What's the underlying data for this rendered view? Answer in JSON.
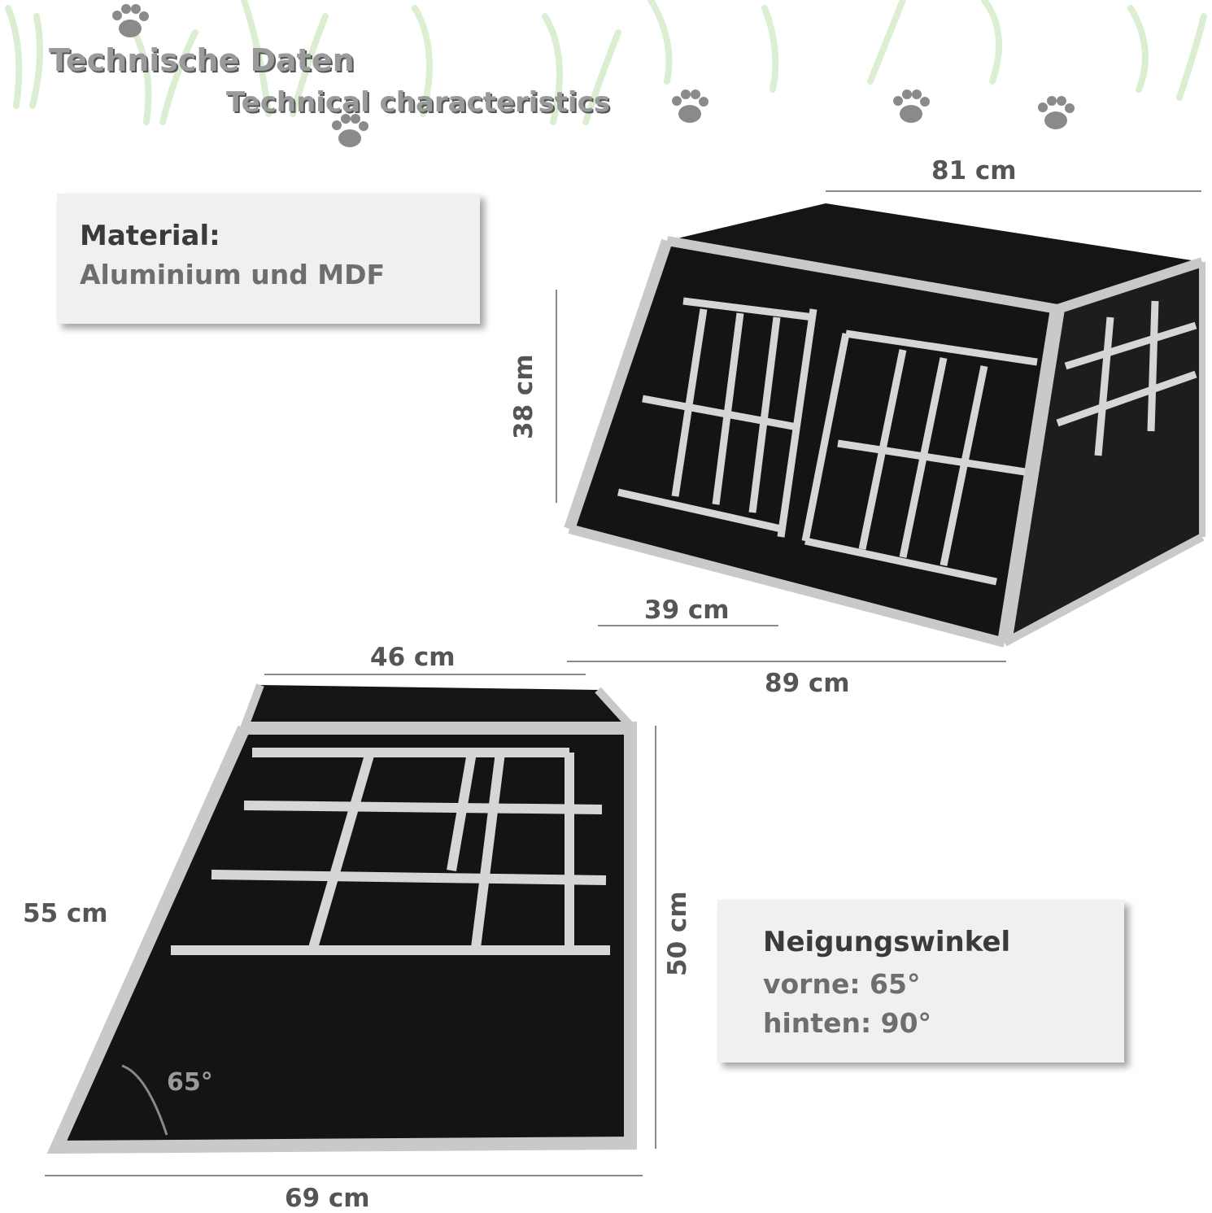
{
  "heading": {
    "german": "Technische Daten",
    "english": "Technical characteristics"
  },
  "material_card": {
    "title": "Material:",
    "value": "Aluminium und MDF"
  },
  "angle_card": {
    "title": "Neigungswinkel",
    "front": "vorne: 65°",
    "back": "hinten: 90°"
  },
  "dimensions": {
    "top_width": "81 cm",
    "front_height": "38 cm",
    "door_width": "39 cm",
    "bottom_width": "89 cm",
    "side_top": "46 cm",
    "side_slant": "55 cm",
    "side_height": "50 cm",
    "side_bottom": "69 cm",
    "angle_label": "65°"
  },
  "colors": {
    "panel": "#1a1a1a",
    "aluminium": "#c9c9c9",
    "card_bg": "#f0f0f0",
    "text_dark": "#3a3a3a",
    "text_grey": "#6e6e6e",
    "grass": "#cfe7c2"
  },
  "icons": [
    "paw-icon",
    "grass-decoration"
  ]
}
